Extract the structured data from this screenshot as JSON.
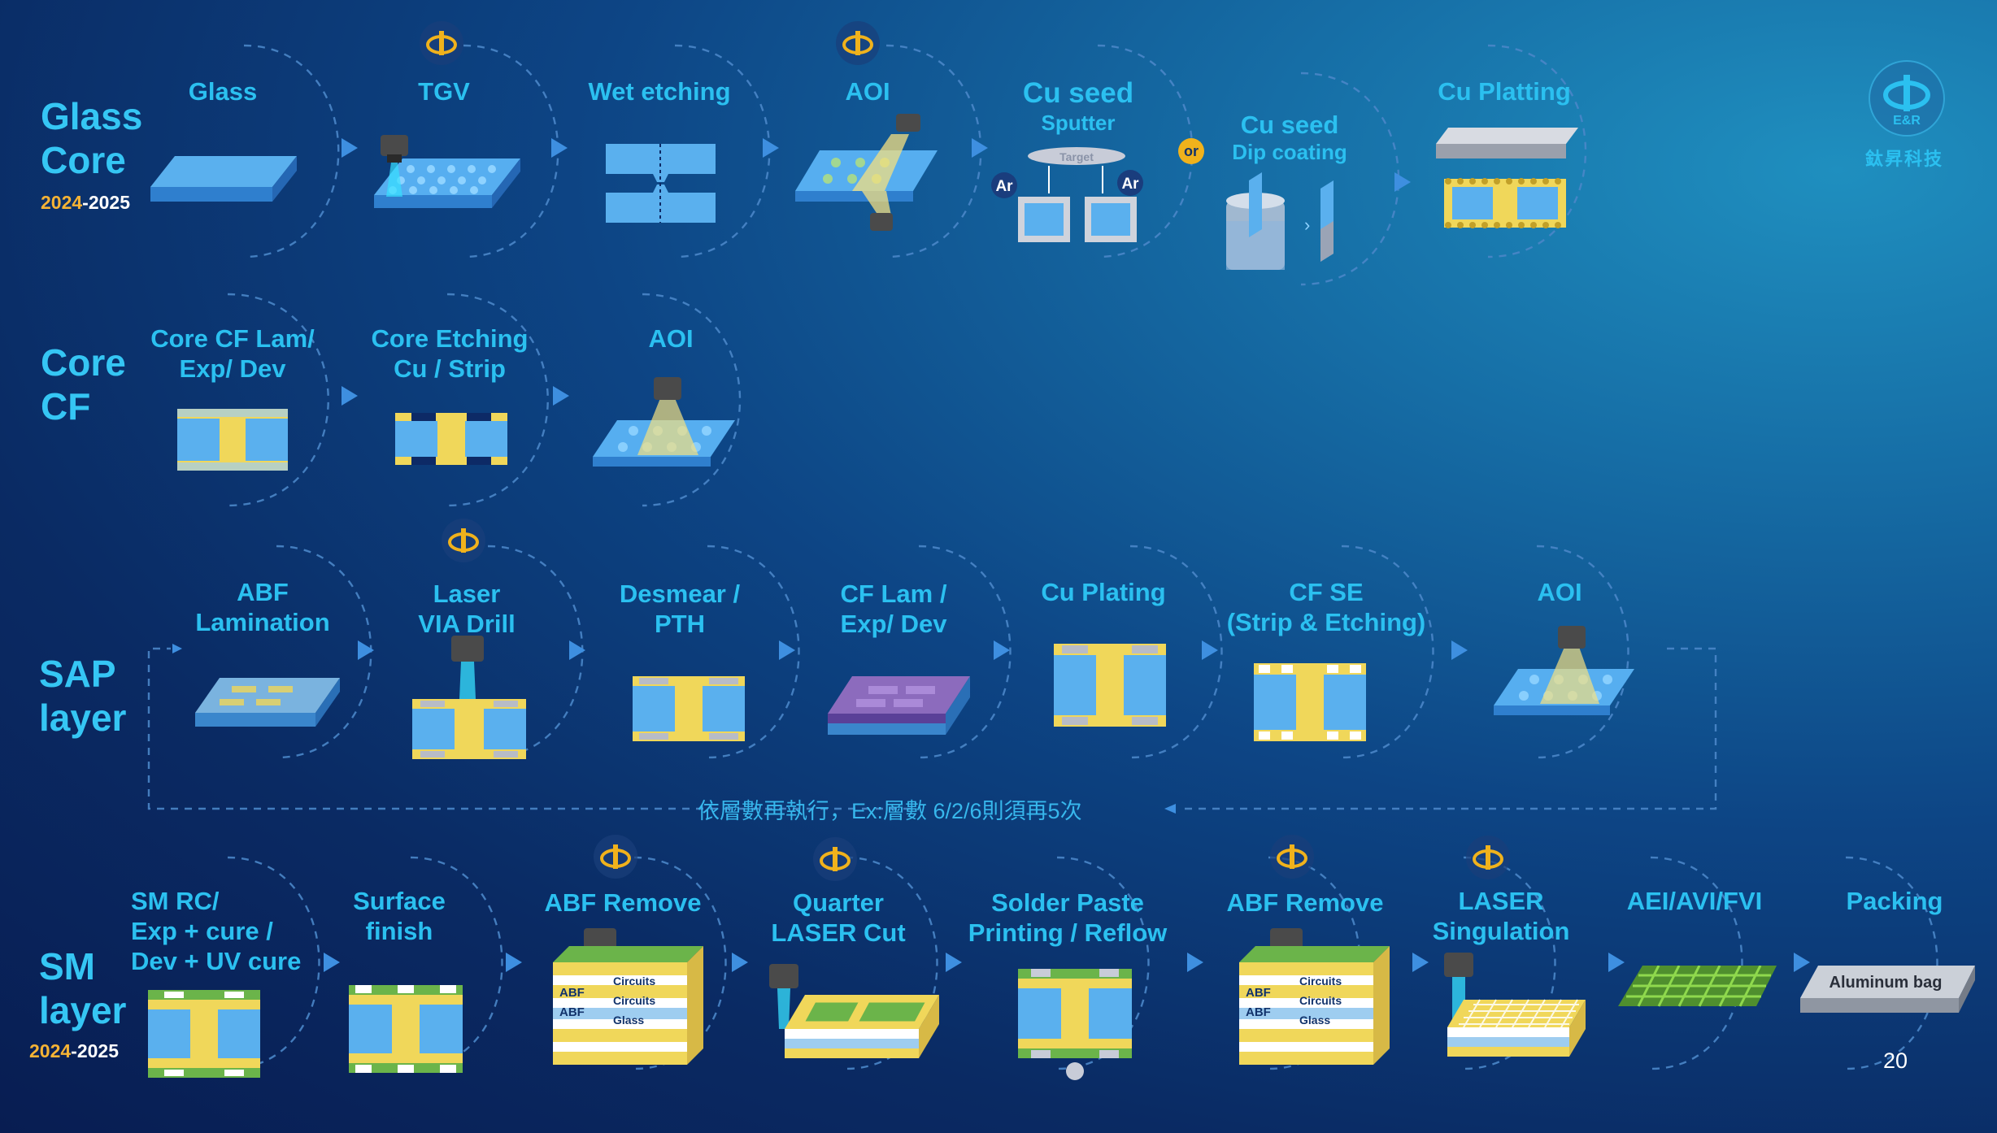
{
  "rows": {
    "glass": {
      "label_line1": "Glass",
      "label_line2": "Core",
      "year_start": "2024",
      "year_end": "-2025",
      "steps": [
        {
          "line1": "Glass"
        },
        {
          "line1": "TGV"
        },
        {
          "line1": "Wet etching"
        },
        {
          "line1": "AOI"
        },
        {
          "line1": "Cu seed",
          "line2": "Sputter"
        },
        {
          "line1": "Cu seed",
          "line2": "Dip coating"
        },
        {
          "line1": "Cu Platting"
        }
      ],
      "or_label": "or",
      "target_label": "Target",
      "ar_label": "Ar"
    },
    "corecf": {
      "label_line1": "Core",
      "label_line2": "CF",
      "steps": [
        {
          "line1": "Core CF Lam/",
          "line2": "Exp/ Dev"
        },
        {
          "line1": "Core Etching",
          "line2": "Cu / Strip"
        },
        {
          "line1": "AOI"
        }
      ]
    },
    "sap": {
      "label_line1": "SAP",
      "label_line2": "layer",
      "steps": [
        {
          "line1": "ABF",
          "line2": "Lamination"
        },
        {
          "line1": "Laser",
          "line2": "VIA Drill"
        },
        {
          "line1": "Desmear /",
          "line2": "PTH"
        },
        {
          "line1": "CF Lam /",
          "line2": "Exp/ Dev"
        },
        {
          "line1": "Cu Plating"
        },
        {
          "line1": "CF SE",
          "line2": "(Strip & Etching)"
        },
        {
          "line1": "AOI"
        }
      ],
      "repeat_note": "依層數再執行，Ex:層數 6/2/6則須再5次"
    },
    "sm": {
      "label_line1": "SM",
      "label_line2": "layer",
      "year_start": "2024",
      "year_end": "-2025",
      "steps": [
        {
          "line1": "SM RC/",
          "line2": "Exp + cure /",
          "line3": "Dev + UV cure"
        },
        {
          "line1": "Surface",
          "line2": "finish"
        },
        {
          "line1": "ABF Remove"
        },
        {
          "line1": "Quarter",
          "line2": "LASER Cut"
        },
        {
          "line1": "Solder Paste",
          "line2": "Printing / Reflow"
        },
        {
          "line1": "ABF Remove"
        },
        {
          "line1": "LASER",
          "line2": "Singulation"
        },
        {
          "line1": "AEI/AVI/FVI"
        },
        {
          "line1": "Packing"
        }
      ],
      "abf_label": "ABF",
      "circuits_label": "Circuits",
      "glass_label": "Glass",
      "bag_label": "Aluminum bag"
    }
  },
  "logo": {
    "abbr": "E&R",
    "company": "鈦昇科技",
    "icon": "er-logo-icon"
  },
  "page_number": "20",
  "colors": {
    "accent": "#2bc0f0",
    "gold": "#f0b21c",
    "year_gold": "#f5b335",
    "glass_blue": "#4a9fe6",
    "core_yellow": "#f0d75a",
    "bg_dark": "#081d52"
  }
}
